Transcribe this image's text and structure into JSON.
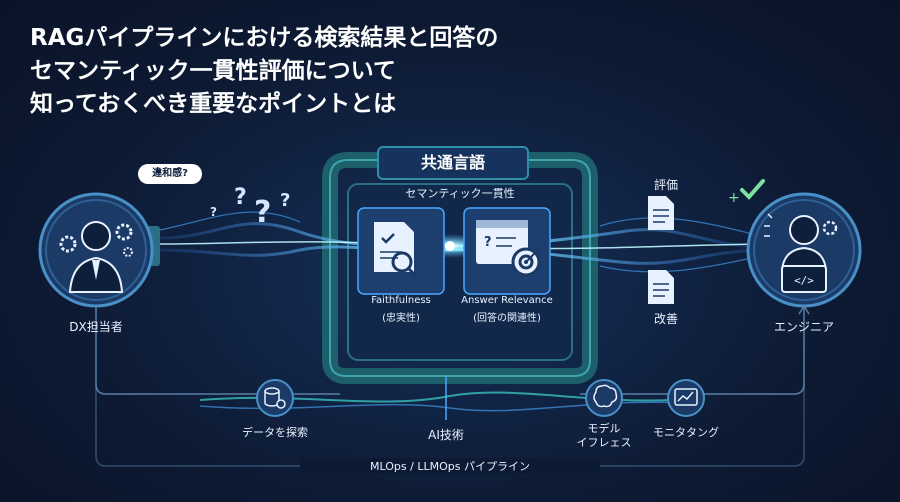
{
  "title_lines": [
    "RAGパイプラインにおける検索結果と回答の",
    "セマンティック一貫性評価について",
    "知っておくべき重要なポイントとは"
  ],
  "center": {
    "badge": "共通言語",
    "subtitle": "セマンティック一貫性",
    "metric_left": {
      "name": "Faithfulness",
      "sub": "(忠実性)",
      "icon": "document-check-icon"
    },
    "metric_right": {
      "name": "Answer Relevance",
      "sub": "(回答の関連性)",
      "icon": "target-window-icon"
    }
  },
  "left_actor": {
    "label": "DX担当者",
    "bubble": "違和感?",
    "icon": "businessperson-gears-icon"
  },
  "right_actor": {
    "label": "エンジニア",
    "icon": "engineer-laptop-icon"
  },
  "right_docs": {
    "top": "評価",
    "bottom": "改善"
  },
  "bottom": {
    "data_search": "データを探索",
    "ai_tech": "AI技術",
    "model_inference_lines": [
      "モデル",
      "イフレェス"
    ],
    "monitoring": "モニタタング",
    "pipeline": "MLOps / LLMOps パイプライン"
  },
  "colors": {
    "accent": "#3fd6d0",
    "glow": "#4aa8ff",
    "check": "#7be0a0",
    "background": "#0d1a33"
  }
}
